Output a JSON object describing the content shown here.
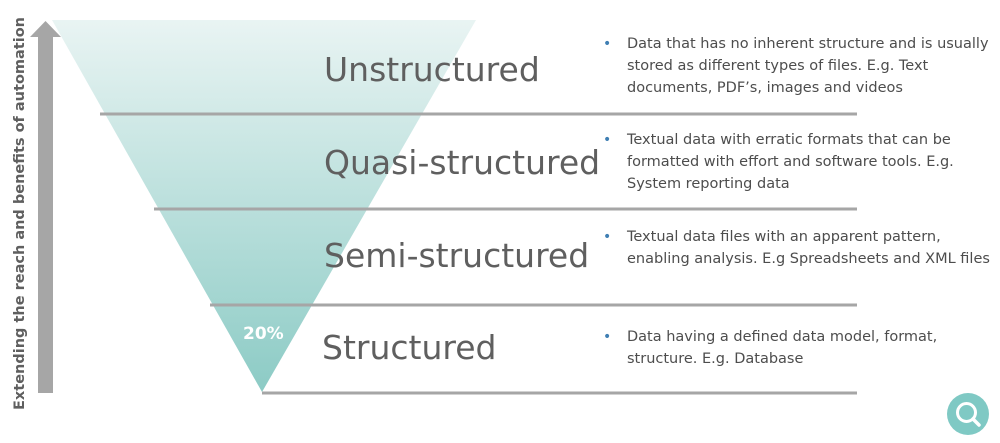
{
  "tiers": [
    {
      "name": "Unstructured",
      "description": "Data that has no inherent structure and is usually stored as different types of files. E.g. Text documents, PDF’s, images and videos"
    },
    {
      "name": "Quasi-structured",
      "description": "Textual data with erratic formats that can be formatted with effort and software tools. E.g. System reporting data"
    },
    {
      "name": "Semi-structured",
      "description": "Textual data files with an apparent pattern, enabling analysis. E.g Spreadsheets and XML files"
    },
    {
      "name": "Structured",
      "description": "Data having a defined data model, format, structure. E.g. Database"
    }
  ],
  "funnel_percent_label": "20%",
  "axis_label": "Extending the reach and benefits of automation",
  "colors": {
    "funnel_top": "#e9f4f3",
    "funnel_bottom": "#8ccbc5",
    "divider_lines": "#a6a6a6",
    "arrow": "#a6a6a6",
    "text": "#595959",
    "bullet": "#3f7fb3",
    "logo": "#7fc9c4"
  },
  "icons": {
    "logo": "magnifier-q-logo-icon"
  }
}
